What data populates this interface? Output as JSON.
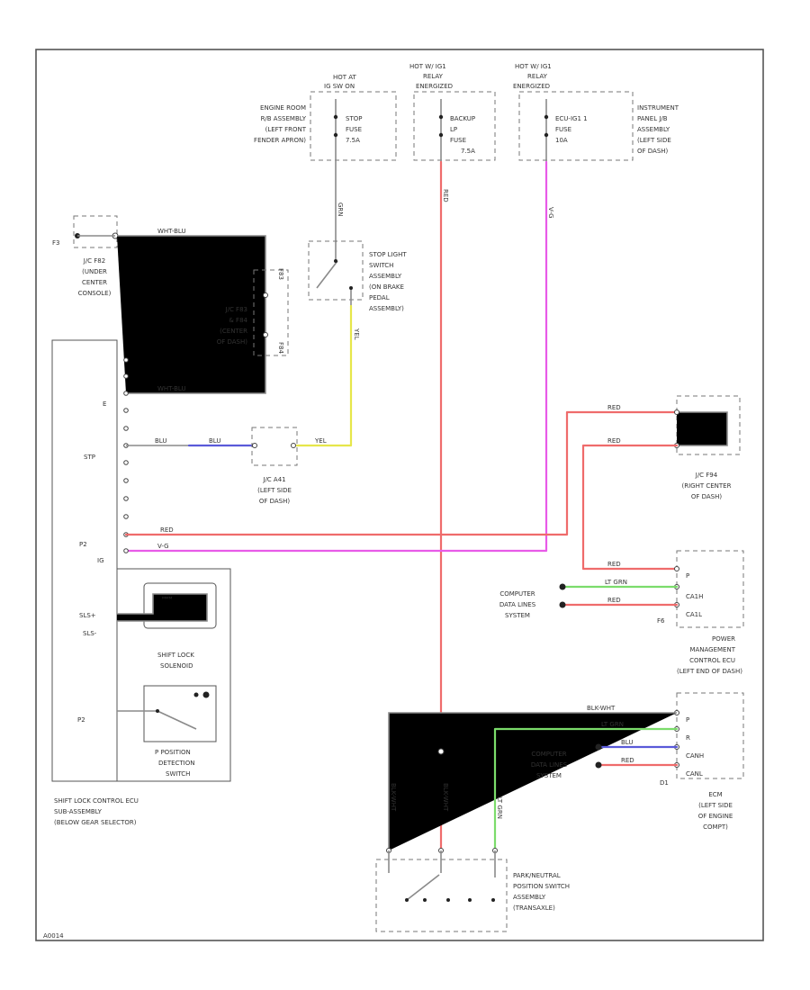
{
  "diagram": {
    "fuse_boxes": [
      {
        "header": [
          "HOT AT",
          "IG SW ON"
        ],
        "desc": [
          "ENGINE ROOM",
          "R/B ASSEMBLY",
          "(LEFT FRONT",
          "FENDER APRON)"
        ],
        "fuse": [
          "STOP",
          "FUSE",
          "7.5A"
        ]
      },
      {
        "header": [
          "HOT W/ IG1",
          "RELAY",
          "ENERGIZED"
        ],
        "fuse": [
          "BACKUP",
          "LP",
          "FUSE",
          "7.5A"
        ]
      },
      {
        "header": [
          "HOT W/ IG1",
          "RELAY",
          "ENERGIZED"
        ],
        "fuse": [
          "ECU-IG1 1",
          "FUSE",
          "10A"
        ],
        "desc": [
          "INSTRUMENT",
          "PANEL J/B",
          "ASSEMBLY",
          "(LEFT SIDE",
          "OF DASH)"
        ]
      }
    ],
    "f3": {
      "ref": "F3",
      "desc": [
        "J/C F82",
        "(UNDER",
        "CENTER",
        "CONSOLE)"
      ],
      "wire": "WHT-BLU"
    },
    "jc_f83": {
      "desc": [
        "J/C F83",
        "& F84",
        "(CENTER",
        "OF DASH)"
      ],
      "tag1": "F83",
      "tag2": "F84"
    },
    "stop_switch": {
      "desc": [
        "STOP LIGHT",
        "SWITCH",
        "ASSEMBLY",
        "(ON BRAKE",
        "PEDAL",
        "ASSEMBLY)"
      ],
      "wire_in": "GRN",
      "wire_out": "YEL"
    },
    "shift_ecu": {
      "pins": [
        "E",
        "STP",
        "P2",
        "IG",
        "SLS+",
        "SLS-",
        "P2"
      ],
      "label": [
        "SHIFT LOCK CONTROL ECU",
        "SUB-ASSEMBLY",
        "(BELOW GEAR SELECTOR)"
      ],
      "solenoid_label": [
        "SHIFT LOCK",
        "SOLENOID"
      ],
      "detect_label": [
        "P POSITION",
        "DETECTION",
        "SWITCH"
      ],
      "wire_e": "WHT-BLU",
      "wire_stp": [
        "BLU",
        "BLU",
        "YEL"
      ],
      "wire_p2": "RED",
      "wire_ig": "V-G"
    },
    "jc_a41": {
      "desc": [
        "J/C A41",
        "(LEFT SIDE",
        "OF DASH)"
      ]
    },
    "jc_f94": {
      "desc": [
        "J/C F94",
        "(RIGHT CENTER",
        "OF DASH)"
      ],
      "wire": "RED"
    },
    "power_ecu": {
      "desc": [
        "POWER",
        "MANAGEMENT",
        "CONTROL ECU",
        "(LEFT END OF DASH)"
      ],
      "pins": [
        "P",
        "CA1H",
        "CA1L"
      ],
      "ref": "F6",
      "wires": [
        "RED",
        "LT GRN",
        "RED"
      ]
    },
    "computer_data_1": [
      "COMPUTER",
      "DATA LINES",
      "SYSTEM"
    ],
    "ecm": {
      "desc": [
        "ECM",
        "(LEFT SIDE",
        "OF ENGINE",
        "COMPT)"
      ],
      "pins": [
        "P",
        "R",
        "CANH",
        "CANL"
      ],
      "ref": "D1",
      "wires": [
        "BLK-WHT",
        "LT GRN",
        "BLU",
        "RED"
      ]
    },
    "computer_data_2": [
      "COMPUTER",
      "DATA LINES",
      "SYSTEM"
    ],
    "park_switch": {
      "desc": [
        "PARK/NEUTRAL",
        "POSITION SWITCH",
        "ASSEMBLY",
        "(TRANSAXLE)"
      ],
      "wires": [
        "BLK-WHT",
        "BLK-WHT",
        "LT GRN"
      ]
    },
    "main_wires": {
      "red": "RED",
      "pink": "V-G"
    },
    "footer_code": "A0014"
  }
}
